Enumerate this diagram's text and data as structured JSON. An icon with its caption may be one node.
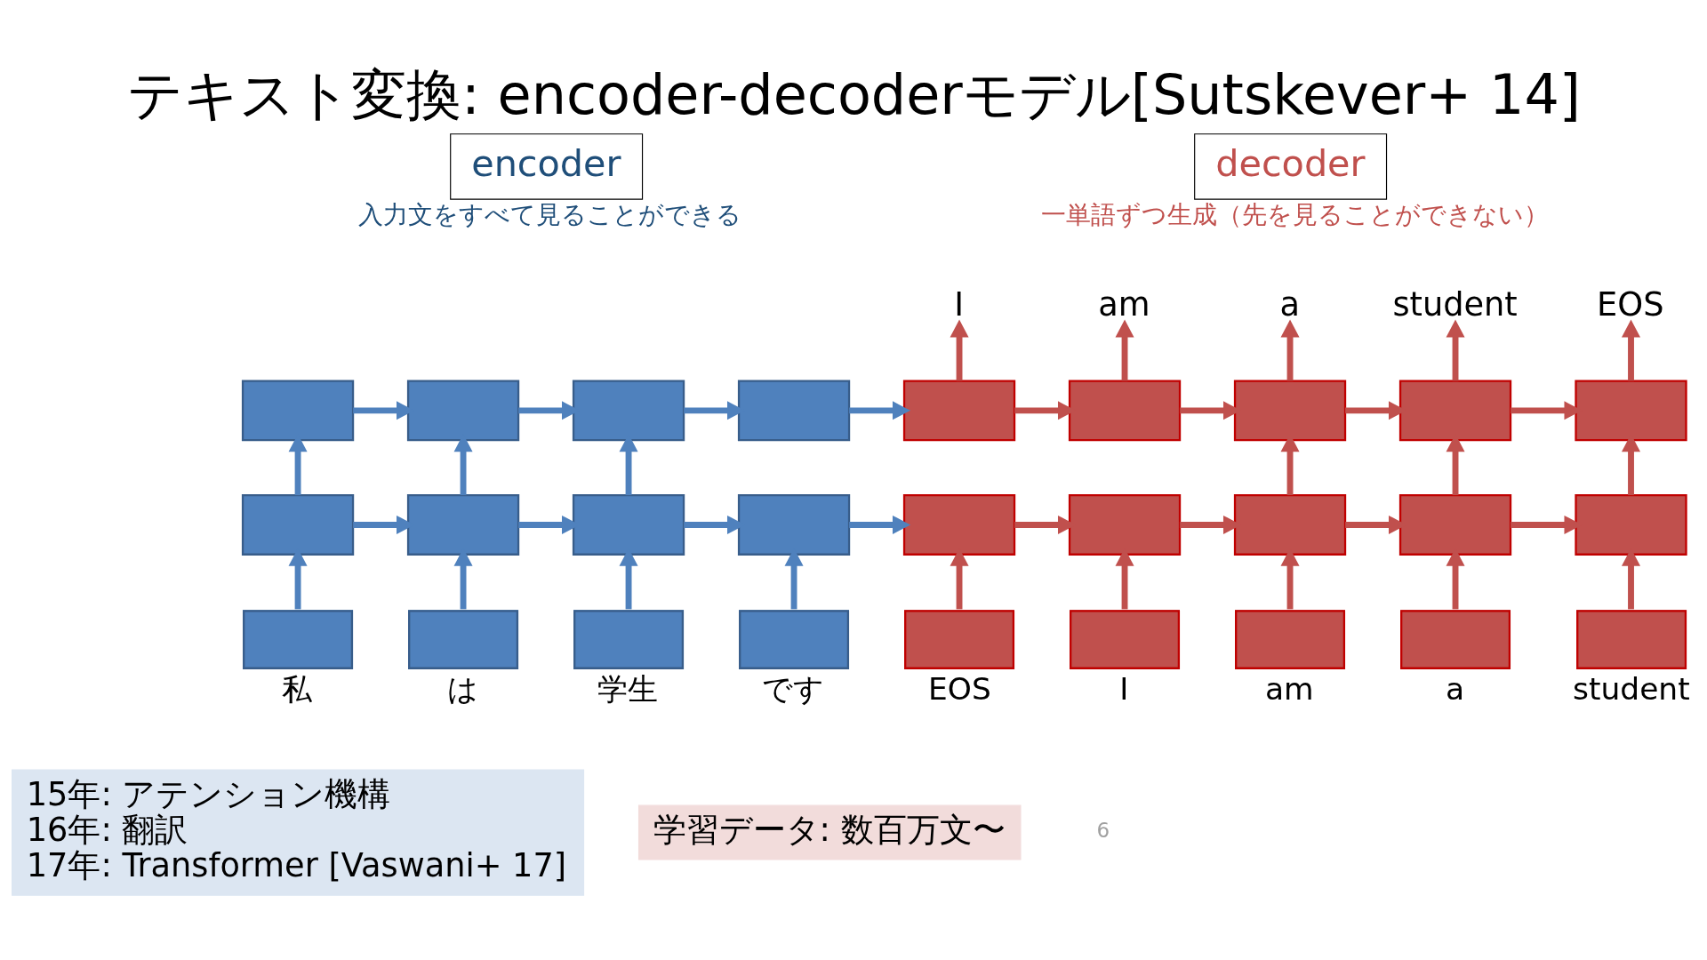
{
  "diagram": {
    "title": "テキスト変換: encoder-decoderモデル[Sutskever+ 14]",
    "nodes": [
      {
        "text": [
          "encoder"
        ],
        "beside": [
          "入力文をすべて見ることができる"
        ]
      },
      {
        "text": [
          "decoder"
        ],
        "beside": [
          "一単語ずつ生成（先を見ることができない）"
        ]
      },
      {
        "text": [
          "I"
        ]
      },
      {
        "text": [
          "am"
        ]
      },
      {
        "text": [
          "a"
        ]
      },
      {
        "text": [
          "student"
        ]
      },
      {
        "text": [
          "EOS"
        ]
      },
      {
        "text": [],
        "shape": "box"
      },
      {
        "text": [],
        "shape": "box"
      },
      {
        "text": [],
        "shape": "box"
      },
      {
        "text": [],
        "shape": "box"
      },
      {
        "text": [],
        "shape": "box"
      },
      {
        "text": [],
        "shape": "box"
      },
      {
        "text": [],
        "shape": "box"
      },
      {
        "text": [],
        "shape": "box"
      },
      {
        "text": [],
        "shape": "box"
      },
      {
        "text": [],
        "shape": "box"
      },
      {
        "text": [],
        "shape": "box"
      },
      {
        "text": [],
        "shape": "box"
      },
      {
        "text": [],
        "shape": "box"
      },
      {
        "text": [],
        "shape": "box"
      },
      {
        "text": [],
        "shape": "box"
      },
      {
        "text": [],
        "shape": "box"
      },
      {
        "text": [],
        "shape": "box"
      },
      {
        "text": [],
        "shape": "box"
      },
      {
        "text": [],
        "shape": "box",
        "beside": [
          "私"
        ]
      },
      {
        "text": [],
        "shape": "box",
        "beside": [
          "は"
        ]
      },
      {
        "text": [],
        "shape": "box",
        "beside": [
          "学生"
        ]
      },
      {
        "text": [],
        "shape": "box",
        "beside": [
          "です"
        ]
      },
      {
        "text": [],
        "shape": "box",
        "beside": [
          "EOS"
        ]
      },
      {
        "text": [],
        "shape": "box",
        "beside": [
          "I"
        ]
      },
      {
        "text": [],
        "shape": "box",
        "beside": [
          "am"
        ]
      },
      {
        "text": [],
        "shape": "box",
        "beside": [
          "a"
        ]
      },
      {
        "text": [],
        "shape": "box",
        "beside": [
          "student"
        ]
      },
      {
        "text": [
          "15年: アテンション機構",
          "16年: 翻訳",
          "17年: Transformer [Vaswani+ 17]"
        ]
      },
      {
        "text": [
          "学習データ: 数百万文〜"
        ]
      }
    ],
    "edges": [
      {
        "from": 7,
        "to": 8,
        "arrow": "to",
        "color": "#4f81bd"
      },
      {
        "from": 8,
        "to": 9,
        "arrow": "to",
        "color": "#4f81bd"
      },
      {
        "from": 9,
        "to": 10,
        "arrow": "to",
        "color": "#4f81bd"
      },
      {
        "from": 10,
        "to": 11,
        "arrow": "to",
        "color": "#4f81bd"
      },
      {
        "from": 11,
        "to": 12,
        "arrow": "to"
      },
      {
        "from": 12,
        "to": 13,
        "arrow": "to"
      },
      {
        "from": 13,
        "to": 14,
        "arrow": "to"
      },
      {
        "from": 14,
        "to": 15,
        "arrow": "to"
      },
      {
        "from": 16,
        "to": 17,
        "arrow": "to",
        "color": "#4f81bd"
      },
      {
        "from": 17,
        "to": 18,
        "arrow": "to",
        "color": "#4f81bd"
      },
      {
        "from": 18,
        "to": 19,
        "arrow": "to",
        "color": "#4f81bd"
      },
      {
        "from": 19,
        "to": 20,
        "arrow": "to",
        "color": "#4f81bd"
      },
      {
        "from": 20,
        "to": 21,
        "arrow": "to"
      },
      {
        "from": 21,
        "to": 22,
        "arrow": "to"
      },
      {
        "from": 22,
        "to": 23,
        "arrow": "to"
      },
      {
        "from": 23,
        "to": 24,
        "arrow": "to"
      },
      {
        "from": 25,
        "to": 16,
        "arrow": "to",
        "color": "#4f81bd"
      },
      {
        "from": 26,
        "to": 17,
        "arrow": "to",
        "color": "#4f81bd"
      },
      {
        "from": 27,
        "to": 18,
        "arrow": "to",
        "color": "#4f81bd"
      },
      {
        "from": 28,
        "to": 19,
        "arrow": "to",
        "color": "#4f81bd"
      },
      {
        "from": 29,
        "to": 20,
        "arrow": "to"
      },
      {
        "from": 30,
        "to": 21,
        "arrow": "to"
      },
      {
        "from": 31,
        "to": 22,
        "arrow": "to"
      },
      {
        "from": 32,
        "to": 23,
        "arrow": "to"
      },
      {
        "from": 33,
        "to": 24,
        "arrow": "to"
      },
      {
        "from": 16,
        "to": 7,
        "arrow": "to",
        "color": "#4f81bd"
      },
      {
        "from": 17,
        "to": 8,
        "arrow": "to",
        "color": "#4f81bd"
      },
      {
        "from": 18,
        "to": 9,
        "arrow": "to",
        "color": "#4f81bd"
      },
      {
        "from": 22,
        "to": 13,
        "arrow": "to"
      },
      {
        "from": 23,
        "to": 14,
        "arrow": "to"
      },
      {
        "from": 24,
        "to": 15,
        "arrow": "to"
      },
      {
        "from": 11,
        "to": 2,
        "arrow": "to"
      },
      {
        "from": 12,
        "to": 3,
        "arrow": "to"
      },
      {
        "from": 13,
        "to": 4,
        "arrow": "to"
      },
      {
        "from": 14,
        "to": 5,
        "arrow": "to"
      },
      {
        "from": 15,
        "to": 6,
        "arrow": "to"
      }
    ],
    "labels": [
      "6"
    ]
  }
}
